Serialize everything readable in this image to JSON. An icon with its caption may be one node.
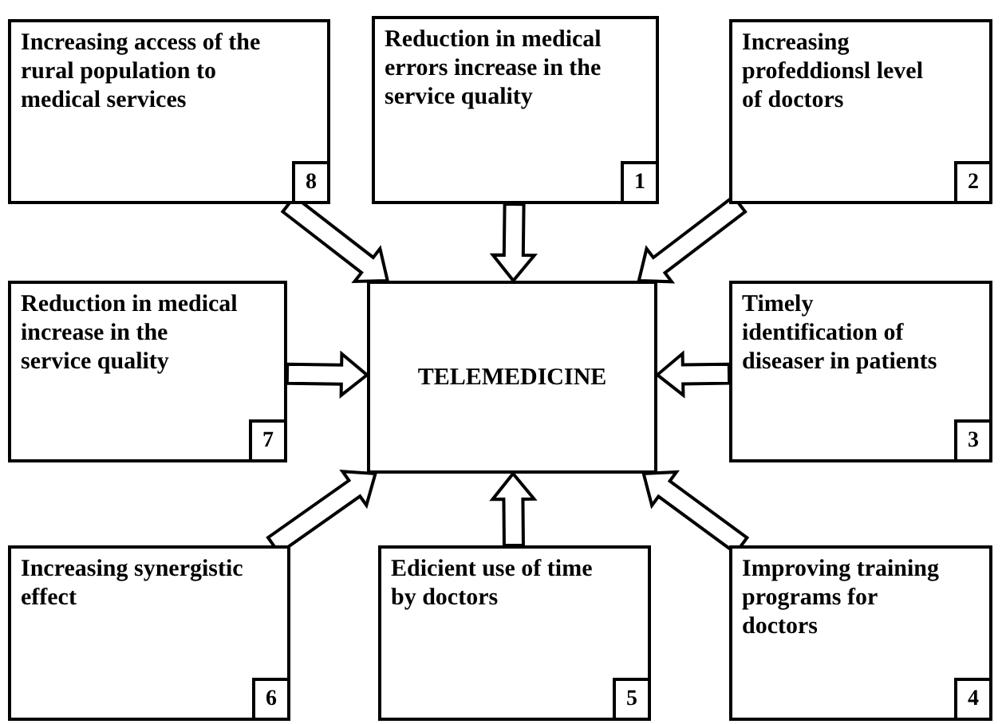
{
  "diagram": {
    "nodes": [
      {
        "text": [
          "Increasing access of the rural population to medical services",
          "8"
        ]
      },
      {
        "text": [
          "Reduction in medical errors increase in the service quality",
          "1"
        ]
      },
      {
        "text": [
          "Increasing profeddionsl level of doctors",
          "2"
        ]
      },
      {
        "text": [
          "Reduction in medical increase in the service quality",
          "7"
        ]
      },
      {
        "text": [
          "TELEMEDICINE"
        ]
      },
      {
        "text": [
          "Timely identification of diseaser in patients",
          "3"
        ]
      },
      {
        "text": [
          "Increasing synergistic effect",
          "6"
        ]
      },
      {
        "text": [
          "Edicient use of time by doctors",
          "5"
        ]
      },
      {
        "text": [
          "Improving training programs for doctors",
          "4"
        ]
      }
    ],
    "edges": [
      {
        "from": 0,
        "to": 4,
        "arrow": "to"
      },
      {
        "from": 1,
        "to": 4,
        "arrow": "to"
      },
      {
        "from": 2,
        "to": 4,
        "arrow": "to"
      },
      {
        "from": 3,
        "to": 4,
        "arrow": "to"
      },
      {
        "from": 5,
        "to": 4,
        "arrow": "to"
      },
      {
        "from": 6,
        "to": 4,
        "arrow": "to"
      },
      {
        "from": 7,
        "to": 4,
        "arrow": "to"
      },
      {
        "from": 8,
        "to": 4,
        "arrow": "to"
      }
    ]
  }
}
